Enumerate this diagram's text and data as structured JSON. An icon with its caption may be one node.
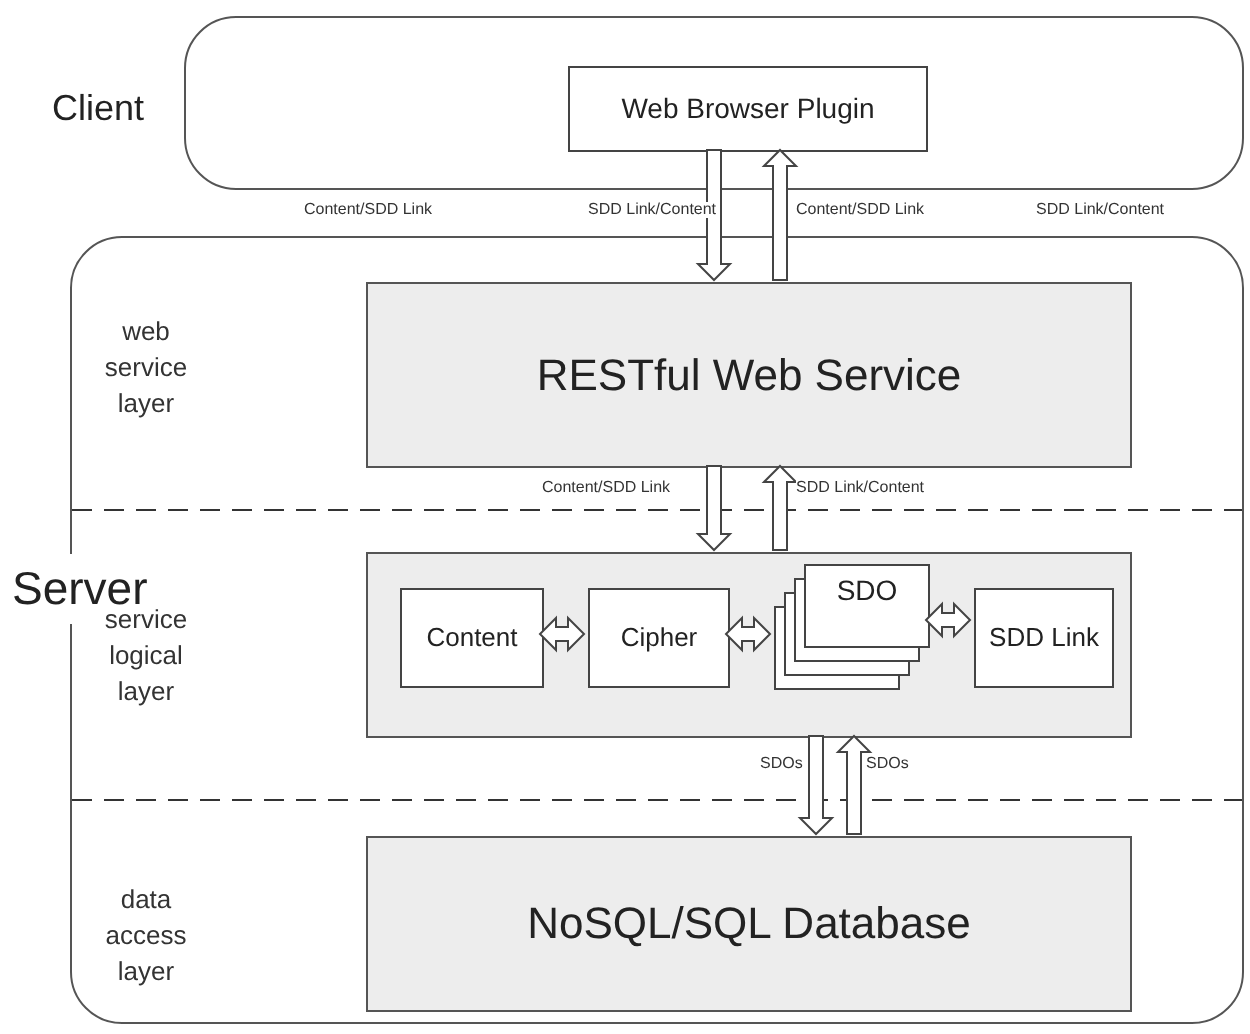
{
  "diagram": {
    "nodes": [
      {
        "text": [
          "Client"
        ]
      },
      {
        "text": [
          "Web Browser Plugin"
        ],
        "in": 0
      },
      {
        "text": [
          "Server"
        ]
      },
      {
        "text": [
          "RESTful Web Service"
        ],
        "in": 2
      },
      {
        "text": [],
        "shape": "box",
        "in": 2
      },
      {
        "text": [
          "Content"
        ],
        "in": 4
      },
      {
        "text": [
          "Cipher"
        ],
        "in": 4
      },
      {
        "text": [
          "SDO"
        ],
        "in": 4
      },
      {
        "text": [
          "SDD Link"
        ],
        "in": 4
      },
      {
        "text": [
          "NoSQL/SQL Database"
        ],
        "in": 2
      }
    ],
    "edges": [
      {
        "from": 1,
        "to": 3,
        "arrow": "to",
        "label": "SDD Link/Content"
      },
      {
        "from": 3,
        "to": 1,
        "arrow": "to",
        "label": "Content/SDD Link"
      },
      {
        "from": 3,
        "to": 4,
        "arrow": "to",
        "label": "Content/SDD Link"
      },
      {
        "from": 4,
        "to": 3,
        "arrow": "to",
        "label": "SDD Link/Content"
      },
      {
        "from": 5,
        "to": 6,
        "arrow": "both"
      },
      {
        "from": 6,
        "to": 7,
        "arrow": "both"
      },
      {
        "from": 7,
        "to": 8,
        "arrow": "both"
      },
      {
        "from": 4,
        "to": 9,
        "arrow": "to",
        "label": "SDOs"
      },
      {
        "from": 9,
        "to": 4,
        "arrow": "to",
        "label": "SDOs"
      }
    ],
    "labels": [
      "Content/SDD Link",
      "SDD Link/Content",
      "web service layer",
      "service logical layer",
      "data access layer"
    ]
  }
}
